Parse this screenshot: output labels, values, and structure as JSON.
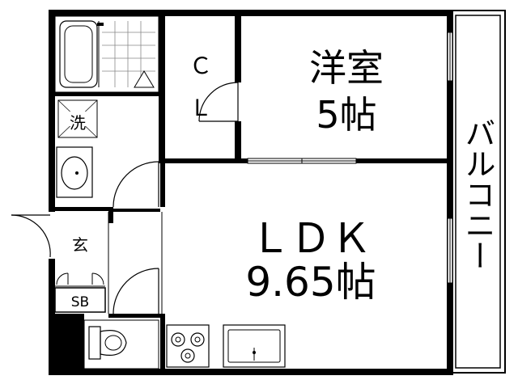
{
  "rooms": {
    "western_room": {
      "name": "洋室",
      "size": "5帖"
    },
    "ldk": {
      "name": "ＬＤＫ",
      "size": "9.65帖"
    },
    "closet": {
      "line1": "Ｃ",
      "line2": "Ｌ"
    },
    "washroom": {
      "label": "洗"
    },
    "entrance": {
      "label": "玄"
    },
    "shoebox": {
      "label": "SB"
    },
    "balcony": {
      "label": "バルコニー"
    }
  },
  "colors": {
    "wall": "#000000",
    "background": "#ffffff",
    "fixture_gray": "#888888"
  }
}
